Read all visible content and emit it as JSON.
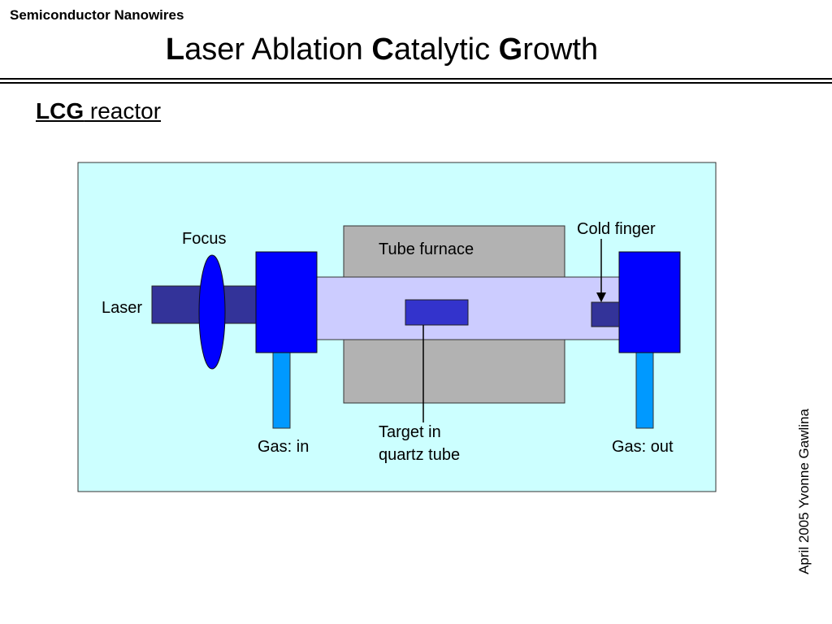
{
  "header": {
    "section": "Semiconductor Nanowires"
  },
  "title": {
    "part1_bold": "L",
    "part1_rest": "aser Ablation ",
    "part2_bold": "C",
    "part2_rest": "atalytic ",
    "part3_bold": "G",
    "part3_rest": "rowth"
  },
  "subtitle": {
    "bold": "LCG",
    "rest": " reactor"
  },
  "diagram": {
    "labels": {
      "focus": "Focus",
      "laser": "Laser",
      "tube_furnace": "Tube furnace",
      "cold_finger": "Cold finger",
      "target_line1": "Target in",
      "target_line2": "quartz tube",
      "gas_in": "Gas: in",
      "gas_out": "Gas: out"
    },
    "colors": {
      "panel_bg": "#ccffff",
      "furnace": "#b2b2b2",
      "quartz_tube": "#ccccff",
      "flange": "#0000ff",
      "laser_beam": "#333399",
      "target": "#3333cc",
      "gas_pipe": "#0099ff",
      "lens": "#0000ff"
    }
  },
  "footer": {
    "vertical_text": "April 2005 Yvonne Gawlina"
  }
}
